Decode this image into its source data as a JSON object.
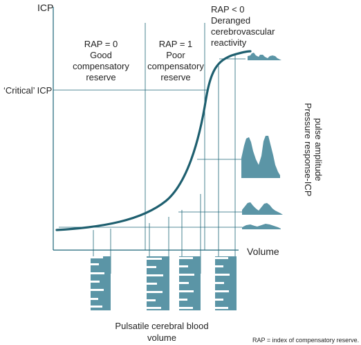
{
  "labels": {
    "y_axis": "ICP",
    "x_axis": "Volume",
    "critical": "‘Critical’ ICP",
    "right_axis": [
      "Pressure response-ICP",
      "pulse amplitude"
    ],
    "bottom_axis": [
      "Pulsatile cerebral blood",
      "volume"
    ],
    "footnote": "RAP = index of compensatory reserve."
  },
  "zones": [
    {
      "lines": [
        "RAP = 0",
        "Good",
        "compensatory",
        "reserve"
      ]
    },
    {
      "lines": [
        "RAP = 1",
        "Poor",
        "compensatory",
        "reserve"
      ]
    },
    {
      "lines": [
        "RAP < 0",
        "Deranged",
        "cerebrovascular",
        "reactivity"
      ]
    }
  ],
  "colors": {
    "curve": "#1e5f6f",
    "lines": "#1b6577",
    "fill": "#5b95a6"
  }
}
